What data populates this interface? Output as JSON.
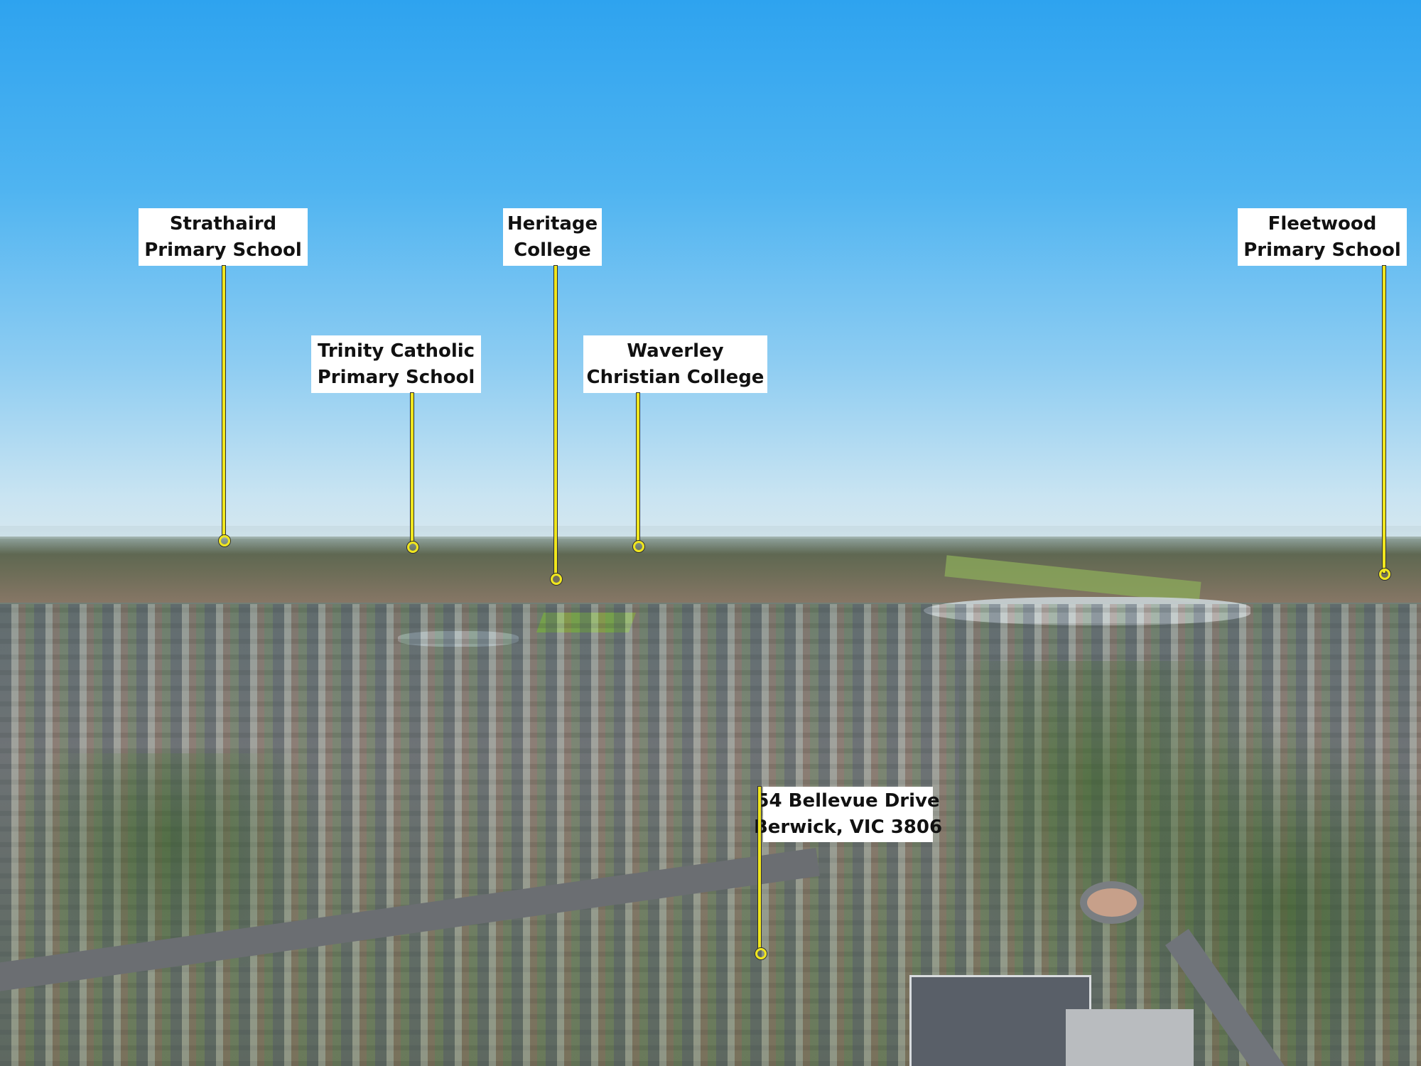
{
  "labels": {
    "strathaird": {
      "line1": "Strathaird",
      "line2": "Primary School"
    },
    "trinity": {
      "line1": "Trinity Catholic",
      "line2": "Primary School"
    },
    "heritage": {
      "line1": "Heritage",
      "line2": "College"
    },
    "waverley": {
      "line1": "Waverley",
      "line2": "Christian College"
    },
    "fleetwood": {
      "line1": "Fleetwood",
      "line2": "Primary School"
    },
    "property": {
      "line1": "54 Bellevue Drive",
      "line2": "Berwick, VIC 3806"
    }
  },
  "colors": {
    "leader": "#f0e61e",
    "label_background": "#ffffff",
    "label_text": "#111111"
  }
}
